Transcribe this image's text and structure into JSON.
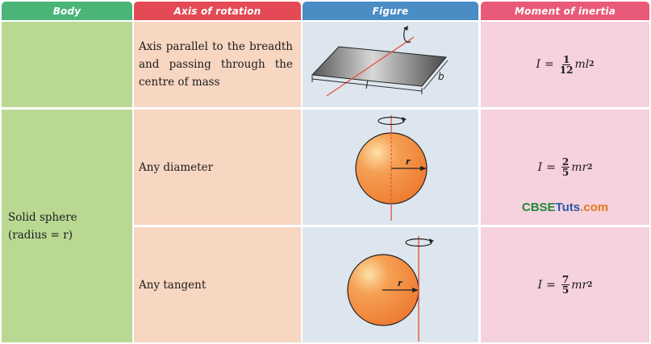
{
  "headers": {
    "body": "Body",
    "axis": "Axis of rotation",
    "figure": "Figure",
    "moi": "Moment of inertia"
  },
  "rows": [
    {
      "body": "",
      "axis": "Axis parallel to the breadth and passing through the centre of mass",
      "figure": {
        "type": "rectangular-plate",
        "labels": {
          "length": "l",
          "breadth": "b"
        }
      },
      "moi": {
        "lhs": "I",
        "num": "1",
        "den": "12",
        "expr": "ml",
        "exp": "2"
      }
    },
    {
      "body_line1": "Solid sphere",
      "body_line2": "(radius = r)",
      "axis": "Any diameter",
      "figure": {
        "type": "sphere-diameter-axis",
        "labels": {
          "radius": "r"
        }
      },
      "moi": {
        "lhs": "I",
        "num": "2",
        "den": "5",
        "expr": "mr",
        "exp": "2"
      }
    },
    {
      "axis": "Any tangent",
      "figure": {
        "type": "sphere-tangent-axis",
        "labels": {
          "radius": "r"
        }
      },
      "moi": {
        "lhs": "I",
        "num": "7",
        "den": "5",
        "expr": "mr",
        "exp": "2"
      }
    }
  ],
  "watermark": {
    "part1": "CBSE",
    "part2": "Tuts",
    "part3": ".com"
  },
  "colors": {
    "header_body": "#4bb578",
    "header_axis": "#e34a55",
    "header_figure": "#4a8cc4",
    "header_moi": "#e85a78",
    "axis_line": "#e8503f",
    "sphere": "#f28a3c"
  }
}
